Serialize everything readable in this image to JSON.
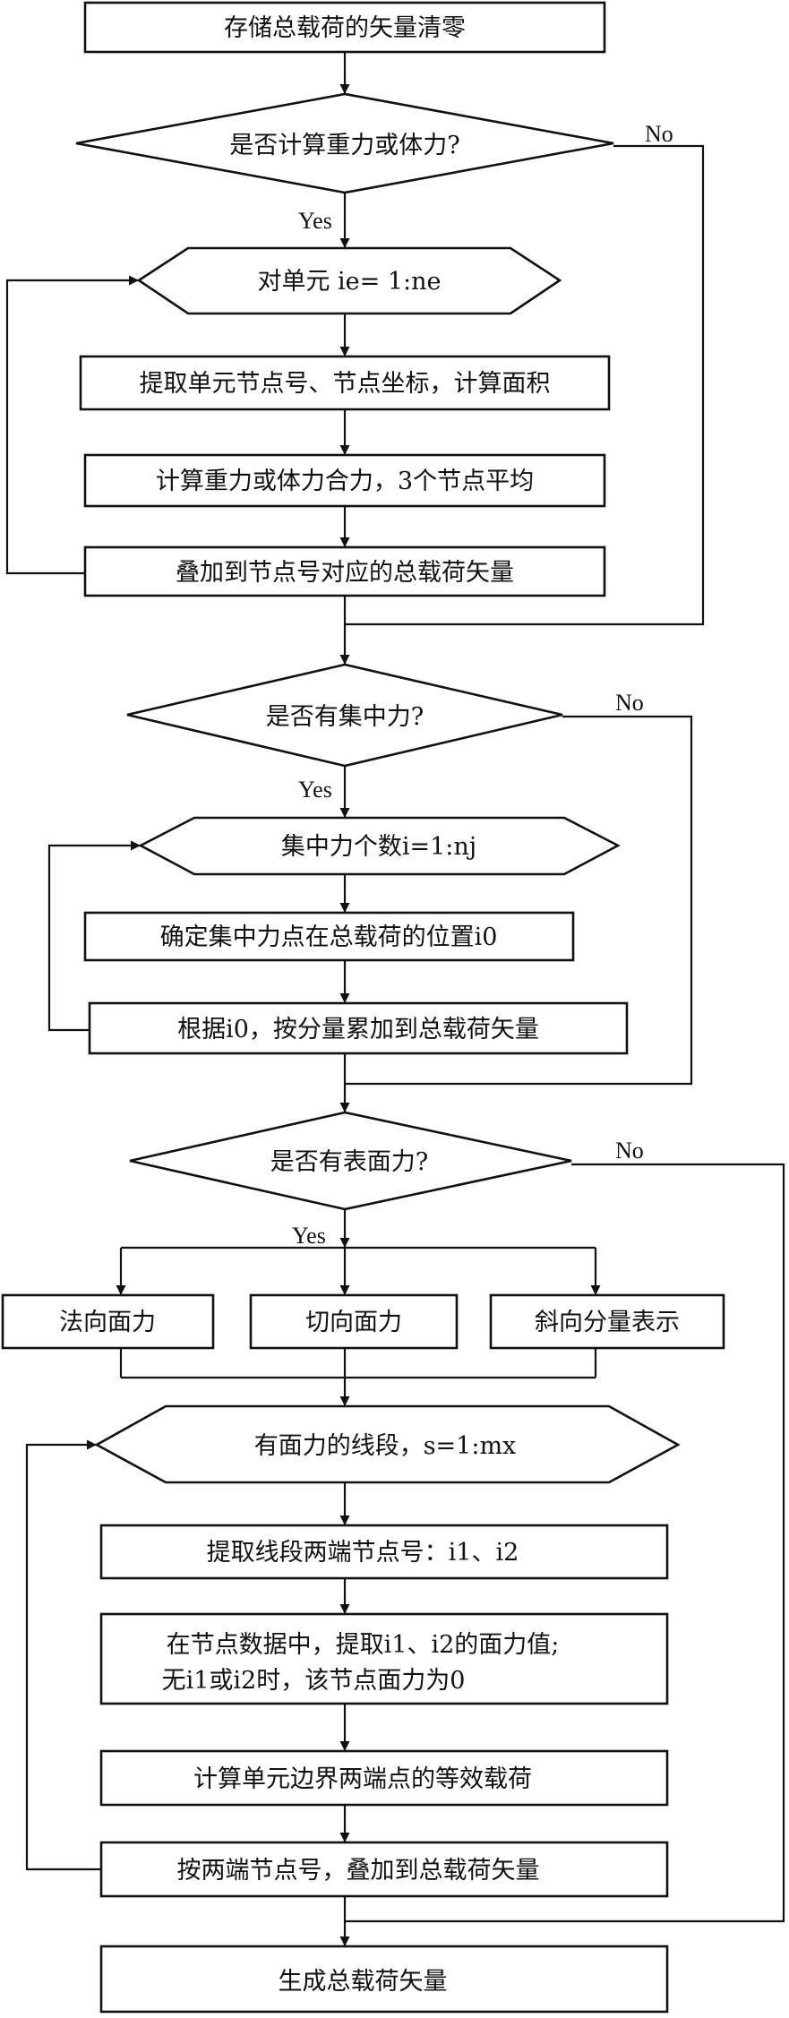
{
  "flowchart": {
    "steps": {
      "clear_vector": "存储总载荷的矢量清零",
      "check_gravity": "是否计算重力或体力?",
      "loop_elements": "对单元  ie= 1:ne",
      "extract_nodes": "提取单元节点号、节点坐标，计算面积",
      "compute_gravity": "计算重力或体力合力，3个节点平均",
      "add_to_total": "叠加到节点号对应的总载荷矢量",
      "check_concentrated": "是否有集中力?",
      "loop_concentrated": "集中力个数i=1:nj",
      "locate_point": "确定集中力点在总载荷的位置i0",
      "accumulate_components": "根据i0，按分量累加到总载荷矢量",
      "check_surface": "是否有表面力?",
      "normal_force": "法向面力",
      "tangential_force": "切向面力",
      "oblique_components": "斜向分量表示",
      "loop_segments": "有面力的线段，s=1:mx",
      "extract_segment_nodes": "提取线段两端节点号：i1、i2",
      "extract_force_values_line1": "在节点数据中，提取i1、i2的面力值;",
      "extract_force_values_line2": "无i1或i2时，该节点面力为0",
      "equivalent_loads": "计算单元边界两端点的等效载荷",
      "add_by_end_nodes": "按两端节点号，叠加到总载荷矢量",
      "generate_vector": "生成总载荷矢量"
    },
    "labels": {
      "yes": "Yes",
      "no": "No"
    }
  }
}
